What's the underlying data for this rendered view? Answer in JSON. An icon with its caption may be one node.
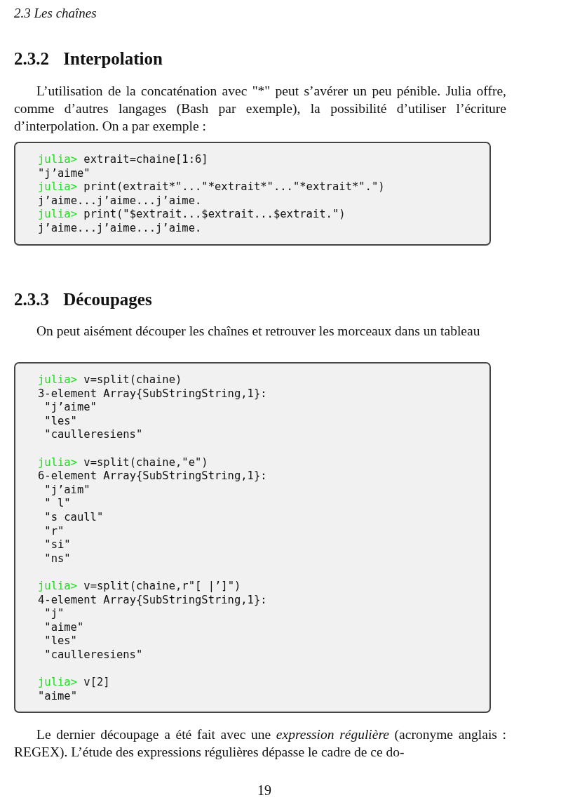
{
  "diagram": {
    "nodes": [
      {
        "text": [
          "julia> extrait=chaine[1:6]",
          "\"j’aime\"",
          "julia> print(extrait*\"...\"*extrait*\"...\"*extrait*\".\")",
          "j’aime...j’aime...j’aime.",
          "julia> print(\"$extrait...$extrait...$extrait.\")",
          "j’aime...j’aime...j’aime."
        ]
      },
      {
        "text": [
          "julia> v=split(chaine)",
          "3-element Array{SubStringString,1}:",
          "\"j’aime\"",
          "\"les\"",
          "\"caulleresiens\"",
          "julia> v=split(chaine,\"e\")",
          "6-element Array{SubStringString,1}:",
          "\"j’aim\"",
          "\" l\"",
          "\"s caull\"",
          "\"r\"",
          "\"si\"",
          "\"ns\"",
          "julia> v=split(chaine,r\"[ |’]\")",
          "4-element Array{SubStringString,1}:",
          "\"j\"",
          "\"aime\"",
          "\"les\"",
          "\"caulleresiens\"",
          "julia> v[2]",
          "\"aime\""
        ]
      }
    ],
    "labels": [
      "2.3 Les chaînes",
      "2.3.2 Interpolation",
      "L’utilisation de la concaténation avec \"*\" peut s’avérer un peu pénible. Julia offre, comme d’autres langages (Bash par exemple), la possibilité d’utiliser l’écriture d’interpolation. On a par exemple :",
      "2.3.3 Découpages",
      "On peut aisément découper les chaînes et retrouver les morceaux dans un tableau",
      "Le dernier découpage a été fait avec une *expression régulière* (acronyme anglais : REGEX). L’étude des expressions régulières dépasse le cadre de ce do-",
      "19"
    ]
  }
}
